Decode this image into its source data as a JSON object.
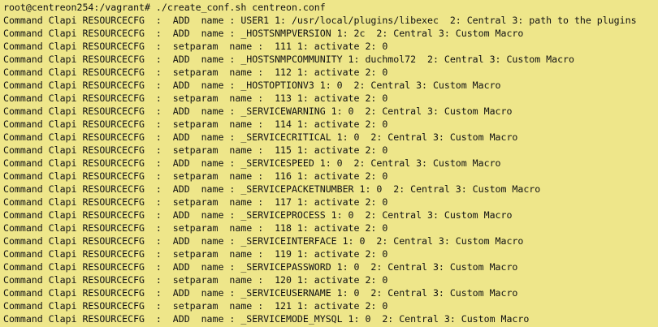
{
  "terminal": {
    "background": "#EEE68A",
    "foreground": "#111111",
    "prompt": "root@centreon254:/vagrant# ./create_conf.sh centreon.conf",
    "lines": [
      "Command Clapi RESOURCECFG  :  ADD  name : USER1 1: /usr/local/plugins/libexec  2: Central 3: path to the plugins",
      "Command Clapi RESOURCECFG  :  ADD  name : _HOSTSNMPVERSION 1: 2c  2: Central 3: Custom Macro",
      "Command Clapi RESOURCECFG  :  setparam  name :  111 1: activate 2: 0",
      "Command Clapi RESOURCECFG  :  ADD  name : _HOSTSNMPCOMMUNITY 1: duchmol72  2: Central 3: Custom Macro",
      "Command Clapi RESOURCECFG  :  setparam  name :  112 1: activate 2: 0",
      "Command Clapi RESOURCECFG  :  ADD  name : _HOSTOPTIONV3 1: 0  2: Central 3: Custom Macro",
      "Command Clapi RESOURCECFG  :  setparam  name :  113 1: activate 2: 0",
      "Command Clapi RESOURCECFG  :  ADD  name : _SERVICEWARNING 1: 0  2: Central 3: Custom Macro",
      "Command Clapi RESOURCECFG  :  setparam  name :  114 1: activate 2: 0",
      "Command Clapi RESOURCECFG  :  ADD  name : _SERVICECRITICAL 1: 0  2: Central 3: Custom Macro",
      "Command Clapi RESOURCECFG  :  setparam  name :  115 1: activate 2: 0",
      "Command Clapi RESOURCECFG  :  ADD  name : _SERVICESPEED 1: 0  2: Central 3: Custom Macro",
      "Command Clapi RESOURCECFG  :  setparam  name :  116 1: activate 2: 0",
      "Command Clapi RESOURCECFG  :  ADD  name : _SERVICEPACKETNUMBER 1: 0  2: Central 3: Custom Macro",
      "Command Clapi RESOURCECFG  :  setparam  name :  117 1: activate 2: 0",
      "Command Clapi RESOURCECFG  :  ADD  name : _SERVICEPROCESS 1: 0  2: Central 3: Custom Macro",
      "Command Clapi RESOURCECFG  :  setparam  name :  118 1: activate 2: 0",
      "Command Clapi RESOURCECFG  :  ADD  name : _SERVICEINTERFACE 1: 0  2: Central 3: Custom Macro",
      "Command Clapi RESOURCECFG  :  setparam  name :  119 1: activate 2: 0",
      "Command Clapi RESOURCECFG  :  ADD  name : _SERVICEPASSWORD 1: 0  2: Central 3: Custom Macro",
      "Command Clapi RESOURCECFG  :  setparam  name :  120 1: activate 2: 0",
      "Command Clapi RESOURCECFG  :  ADD  name : _SERVICEUSERNAME 1: 0  2: Central 3: Custom Macro",
      "Command Clapi RESOURCECFG  :  setparam  name :  121 1: activate 2: 0",
      "Command Clapi RESOURCECFG  :  ADD  name : _SERVICEMODE_MYSQL 1: 0  2: Central 3: Custom Macro"
    ]
  }
}
